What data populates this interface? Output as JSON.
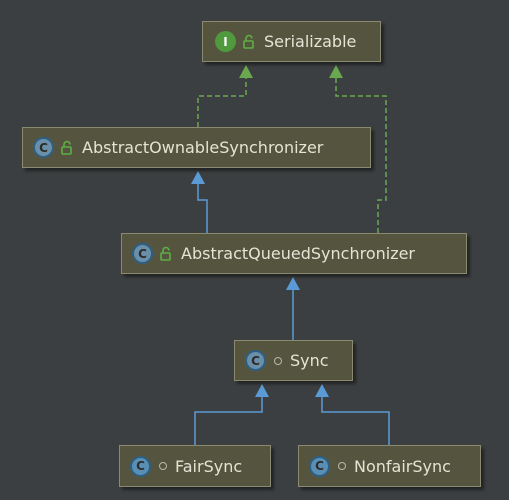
{
  "nodes": {
    "serializable": {
      "name": "Serializable",
      "kind_icon": "interface-icon",
      "kind_letter": "I",
      "modifier_icon": "public-lock-icon"
    },
    "aos": {
      "name": "AbstractOwnableSynchronizer",
      "kind_icon": "abstract-class-icon",
      "kind_letter": "C",
      "modifier_icon": "public-lock-icon"
    },
    "aqs": {
      "name": "AbstractQueuedSynchronizer",
      "kind_icon": "abstract-class-icon",
      "kind_letter": "C",
      "modifier_icon": "public-lock-icon"
    },
    "sync": {
      "name": "Sync",
      "kind_icon": "abstract-static-class-icon",
      "kind_letter": "C",
      "modifier_icon": "package-private-icon"
    },
    "fairsync": {
      "name": "FairSync",
      "kind_icon": "static-class-icon",
      "kind_letter": "C",
      "modifier_icon": "package-private-icon"
    },
    "nonfairsync": {
      "name": "NonfairSync",
      "kind_icon": "static-class-icon",
      "kind_letter": "C",
      "modifier_icon": "package-private-icon"
    }
  },
  "edges": [
    {
      "from": "aos",
      "to": "serializable",
      "type": "implements"
    },
    {
      "from": "aqs",
      "to": "serializable",
      "type": "implements"
    },
    {
      "from": "aqs",
      "to": "aos",
      "type": "extends"
    },
    {
      "from": "sync",
      "to": "aqs",
      "type": "extends"
    },
    {
      "from": "fairsync",
      "to": "sync",
      "type": "extends"
    },
    {
      "from": "nonfairsync",
      "to": "sync",
      "type": "extends"
    }
  ],
  "colors": {
    "background": "#3c3f41",
    "node_fill": "#55553f",
    "node_border": "#8a8a70",
    "extends_edge": "#5b9bd5",
    "implements_edge": "#6aa84f",
    "interface_icon": "#4e9a3c",
    "class_icon": "#5a8fb5"
  }
}
